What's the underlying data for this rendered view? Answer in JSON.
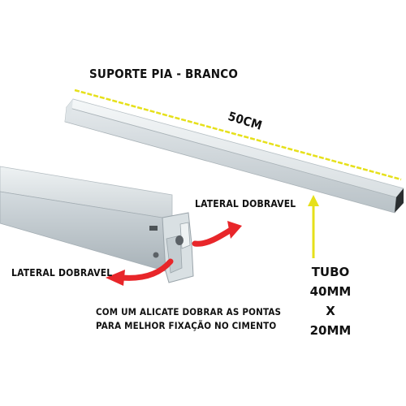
{
  "title": "SUPORTE PIA  - BRANCO",
  "measurement": "50CM",
  "lateral_right": "LATERAL DOBRAVEL",
  "lateral_left": "LATERAL DOBRAVEL",
  "instruction_line1": "COM UM ALICATE DOBRAR AS PONTAS",
  "instruction_line2": "PARA MELHOR FIXAÇÃO NO CIMENTO",
  "tube": {
    "line1": "TUBO",
    "line2": "40MM",
    "line3": "X",
    "line4": "20MM"
  },
  "colors": {
    "measure_line": "#e6e01a",
    "arrow_red": "#e8262a",
    "tube_light": "#e9eef0",
    "tube_mid": "#cfd6da",
    "tube_dark": "#9aa4aa",
    "text": "#111111"
  }
}
